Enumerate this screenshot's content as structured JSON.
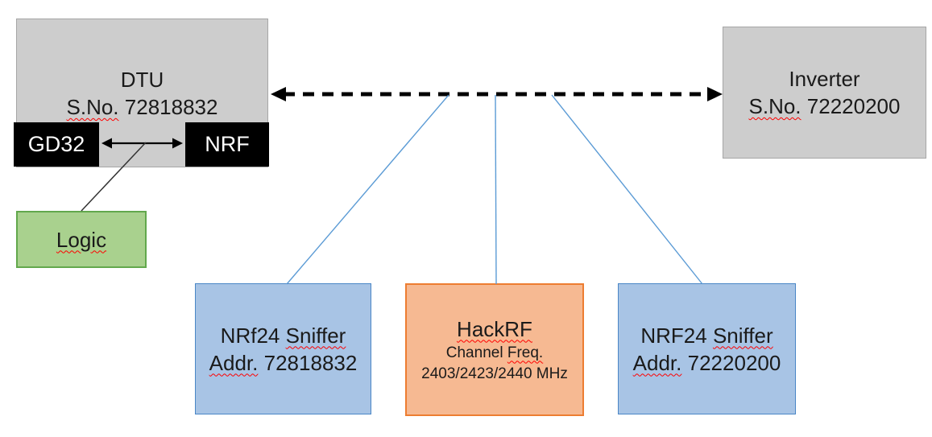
{
  "dtu": {
    "title": "DTU",
    "serial_label": "S.No.",
    "serial_number": "72818832",
    "gd32_label": "GD32",
    "nrf_label": "NRF"
  },
  "logic": {
    "label": "Logic"
  },
  "inverter": {
    "title": "Inverter",
    "serial_label": "S.No.",
    "serial_number": "72220200"
  },
  "sniffer_dtu": {
    "name": "NRf24",
    "type_word": "Sniffer",
    "addr_label": "Addr.",
    "addr_value": "72818832"
  },
  "hackrf": {
    "title": "HackRF",
    "channel_word": "Channel",
    "freq_word": "Freq.",
    "frequencies": "2403/2423/2440 MHz"
  },
  "sniffer_inverter": {
    "name": "NRF24",
    "type_word": "Sniffer",
    "addr_label": "Addr.",
    "addr_value": "72220200"
  },
  "colors": {
    "box_gray_fill": "#CDCDCD",
    "box_gray_border": "#A6A6A6",
    "chip_black": "#000000",
    "logic_fill": "#A9D18E",
    "logic_border": "#62A84C",
    "sniffer_fill": "#A8C4E5",
    "sniffer_border": "#4A86C6",
    "hackrf_fill": "#F6B992",
    "hackrf_border": "#ED7D31",
    "connector_blue": "#5B9BD5",
    "arrow_black": "#000000",
    "squiggle_red": "#FF0000"
  }
}
